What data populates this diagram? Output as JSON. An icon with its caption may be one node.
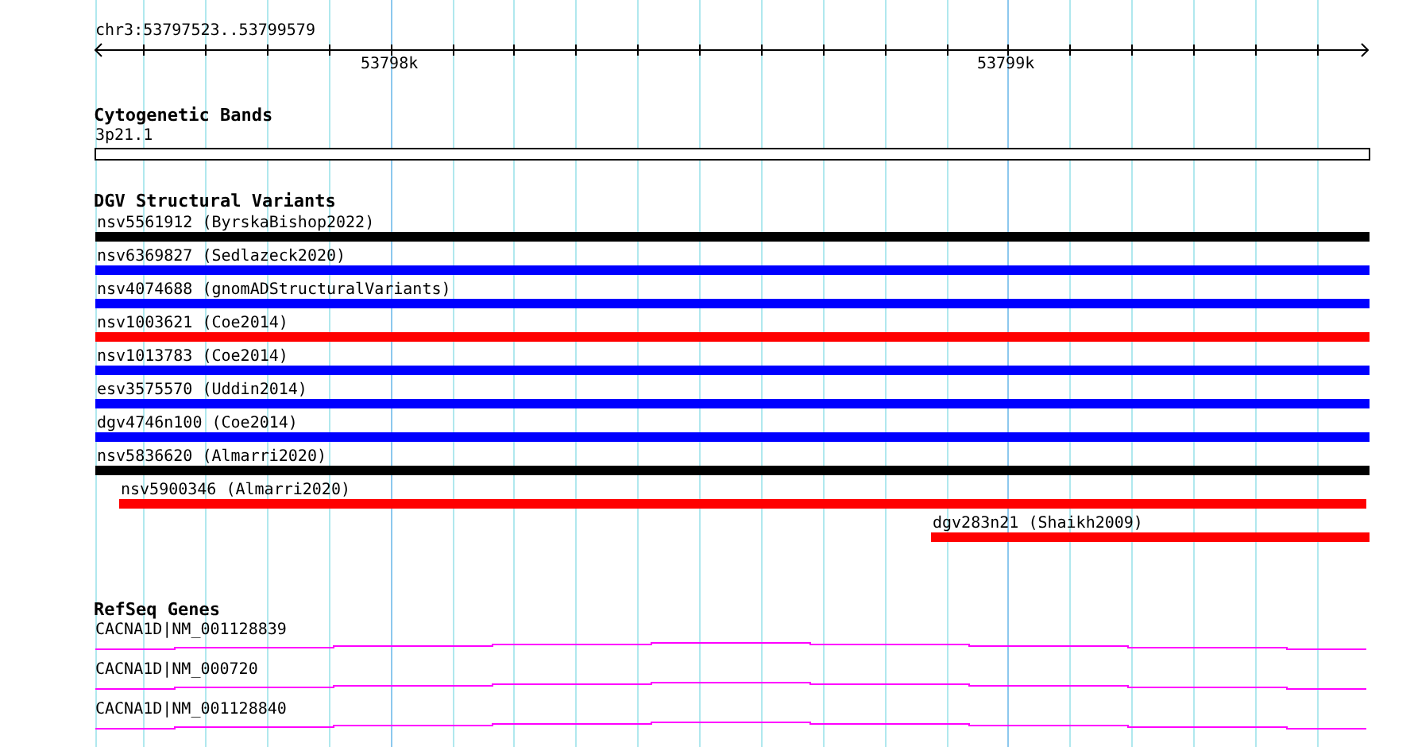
{
  "diagram": {
    "labels": [
      "chr3:53797523..53799579",
      "53798k",
      "53799k",
      "Cytogenetic Bands",
      "3p21.1",
      "DGV Structural Variants",
      "nsv5561912 (ByrskaBishop2022)",
      "nsv6369827 (Sedlazeck2020)",
      "nsv4074688 (gnomADStructuralVariants)",
      "nsv1003621 (Coe2014)",
      "nsv1013783 (Coe2014)",
      "esv3575570 (Uddin2014)",
      "dgv4746n100 (Coe2014)",
      "nsv5836620 (Almarri2020)",
      "nsv5900346 (Almarri2020)",
      "dgv283n21 (Shaikh2009)",
      "RefSeq Genes",
      "CACNA1D|NM_001128839",
      "CACNA1D|NM_000720",
      "CACNA1D|NM_001128840"
    ]
  }
}
